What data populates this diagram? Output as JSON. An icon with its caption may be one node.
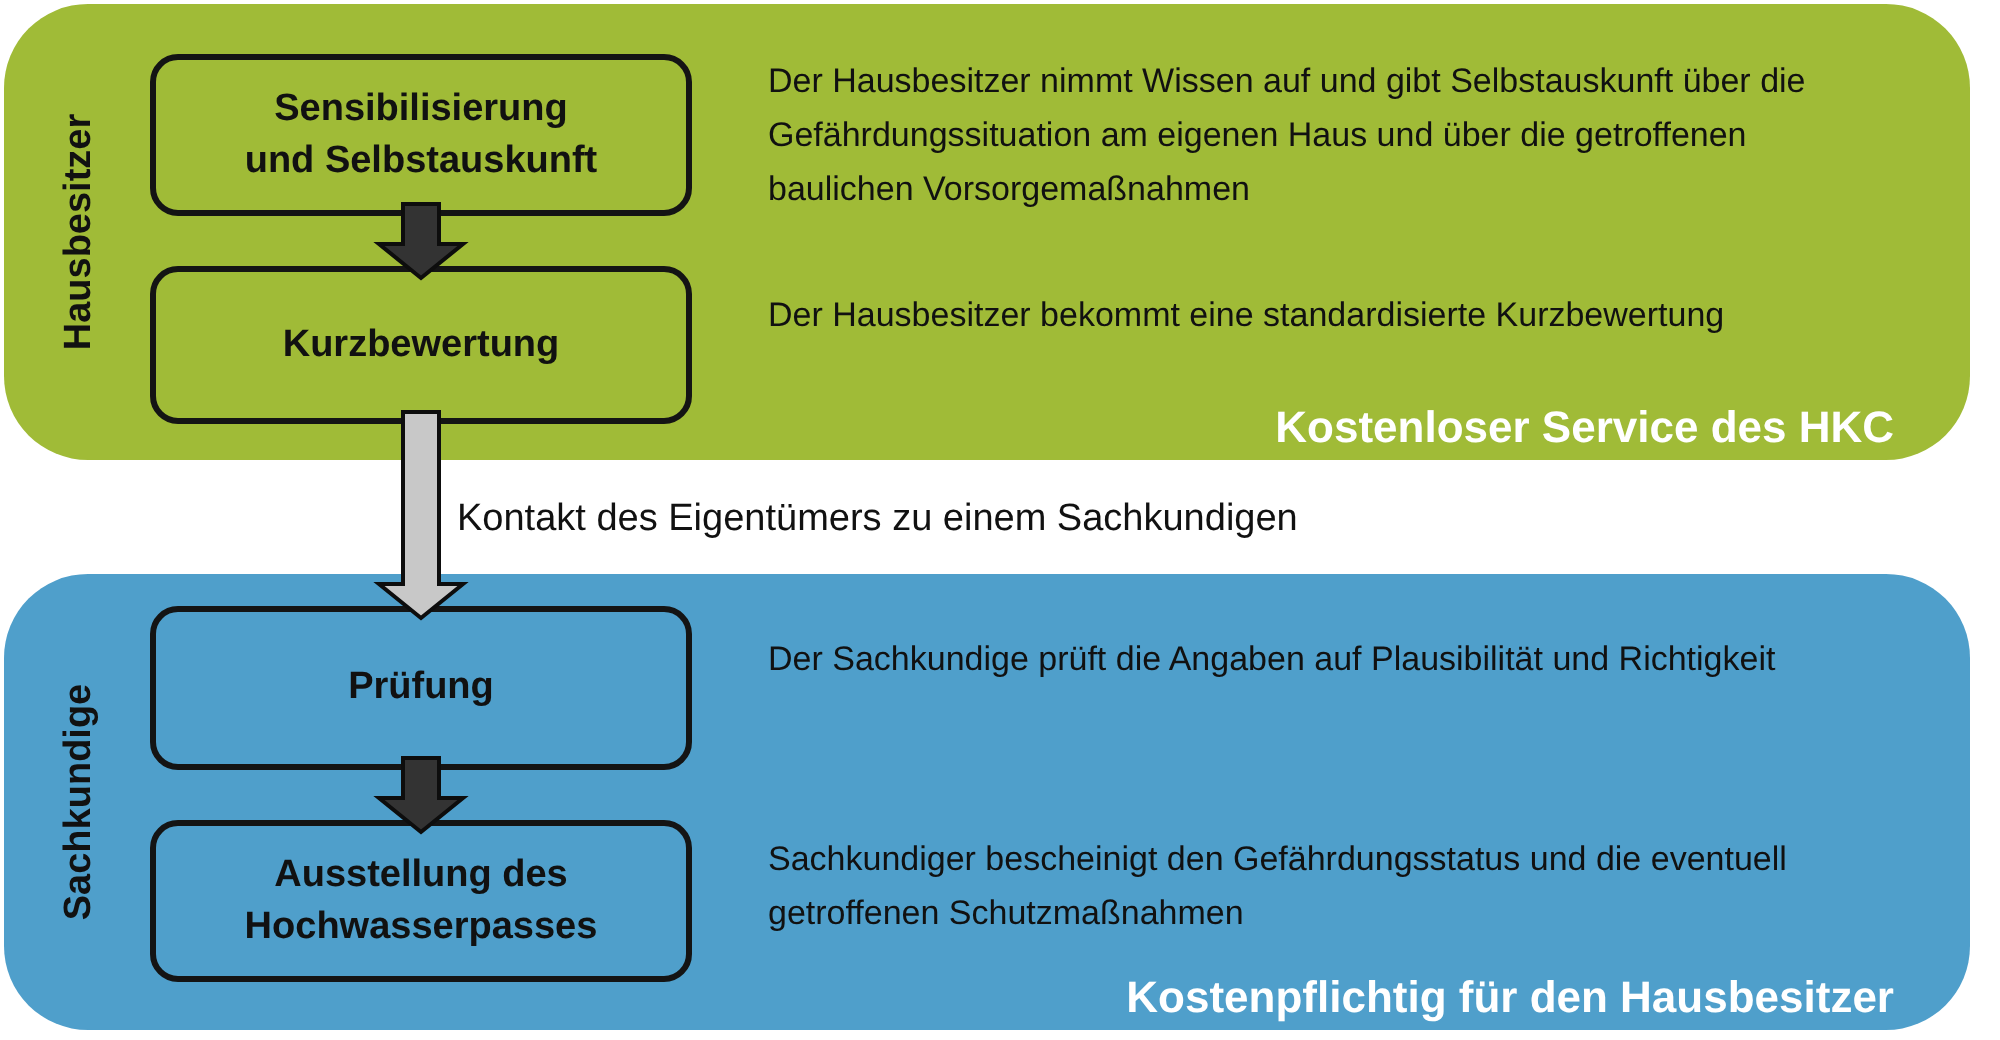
{
  "diagram": {
    "nodes": [
      {
        "text": [
          "Hausbesitzer",
          "Kostenloser Service des HKC"
        ]
      },
      {
        "text": [
          "Sensibilisierung und Selbstauskunft"
        ],
        "in": 0,
        "beside": [
          "Der Hausbesitzer nimmt Wissen auf und gibt Selbstauskunft über die Gefährdungssituation am eigenen Haus und über die getroffenen baulichen Vorsorgemaßnahmen"
        ]
      },
      {
        "text": [
          "Kurzbewertung"
        ],
        "in": 0,
        "beside": [
          "Der Hausbesitzer bekommt eine standardisierte Kurzbewertung"
        ]
      },
      {
        "text": [
          "Sachkundige",
          "Kostenpflichtig für den Hausbesitzer"
        ]
      },
      {
        "text": [
          "Prüfung"
        ],
        "in": 3,
        "beside": [
          "Der Sachkundige prüft die Angaben auf Plausibilität und Richtigkeit"
        ]
      },
      {
        "text": [
          "Ausstellung des Hochwasserpasses"
        ],
        "in": 3,
        "beside": [
          "Sachkundiger bescheinigt den Gefährdungsstatus und die eventuell getroffenen Schutzmaßnahmen"
        ]
      }
    ],
    "edges": [
      {
        "from": 1,
        "to": 2,
        "arrow": "to"
      },
      {
        "from": 2,
        "to": 4,
        "arrow": "to",
        "label": "Kontakt des Eigentümers zu einem Sachkundigen",
        "color": "#c8c8c8"
      },
      {
        "from": 4,
        "to": 5,
        "arrow": "to"
      }
    ]
  }
}
